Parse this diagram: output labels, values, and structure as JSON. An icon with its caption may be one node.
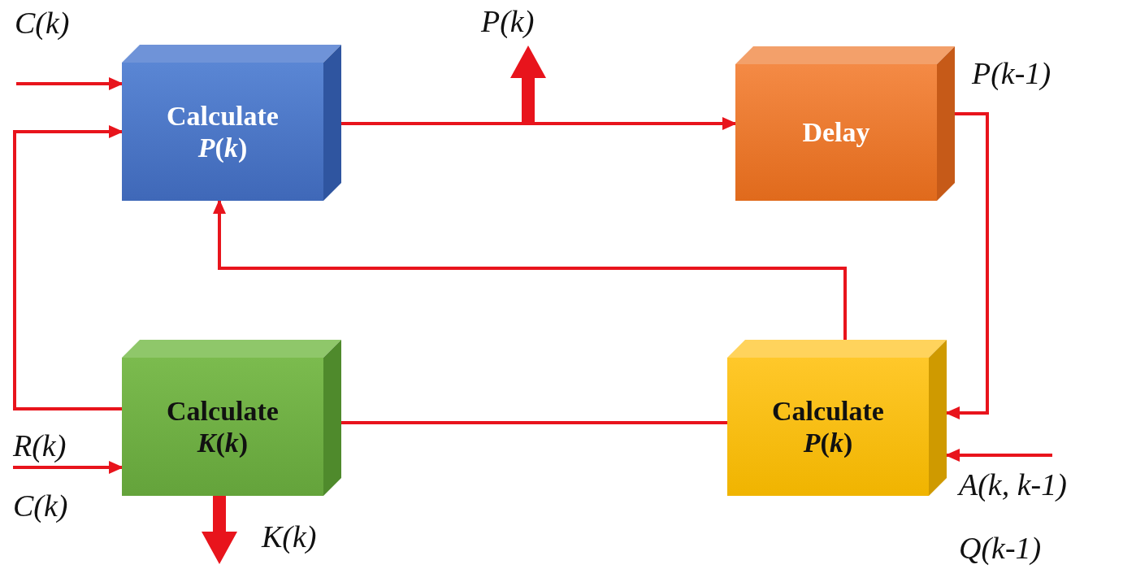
{
  "diagram": {
    "nodes": [
      {
        "text": [
          "Calculate *P*(*k*)"
        ]
      },
      {
        "text": [
          "Delay"
        ]
      },
      {
        "text": [
          "Calculate *K*(*k*)"
        ]
      },
      {
        "text": [
          "Calculate *P*(*k*)"
        ]
      },
      {
        "text": [
          "P(k)"
        ]
      },
      {
        "text": [
          "R(k)",
          "C(k)"
        ]
      },
      {
        "text": [
          "A(k, k-1)",
          "Q(k-1)"
        ]
      }
    ],
    "edges": [
      {
        "from": null,
        "to": 0,
        "arrow": "to",
        "label": "C(k)"
      },
      {
        "from": 2,
        "to": 0,
        "arrow": "to"
      },
      {
        "from": 0,
        "to": 1,
        "arrow": "to"
      },
      {
        "from": null,
        "to": 4,
        "arrow": "to",
        "style": "thick"
      },
      {
        "from": 1,
        "to": 3,
        "arrow": "to",
        "label": "P(k-1)"
      },
      {
        "from": 3,
        "to": 0,
        "arrow": "to"
      },
      {
        "from": 2,
        "to": 3,
        "arrow": "none"
      },
      {
        "from": 6,
        "to": 3,
        "arrow": "to"
      },
      {
        "from": 5,
        "to": 2,
        "arrow": "to"
      },
      {
        "from": 2,
        "to": null,
        "arrow": "to",
        "style": "thick",
        "label": "K(k)"
      }
    ]
  }
}
